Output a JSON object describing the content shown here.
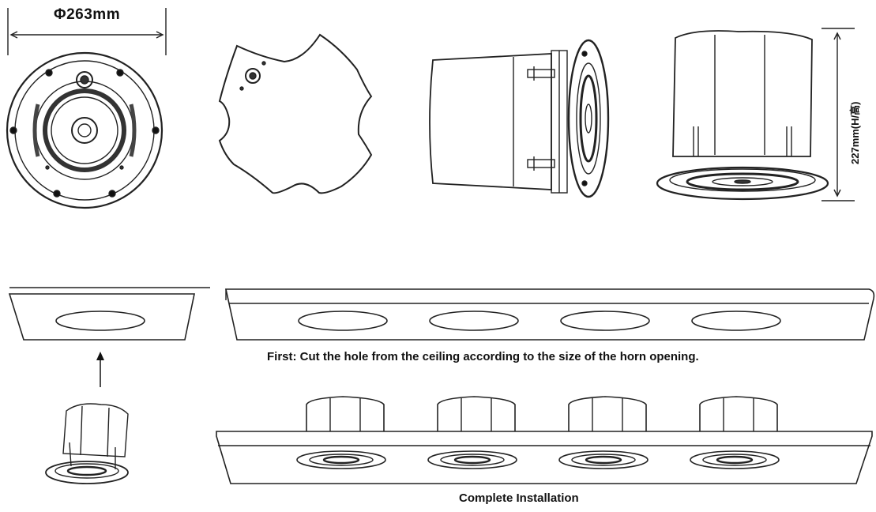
{
  "labels": {
    "diameter": "Φ263mm",
    "height": "227mm(H/高)",
    "step_first": "First: Cut the hole from the ceiling according to the size of the horn opening.",
    "complete": "Complete Installation"
  }
}
